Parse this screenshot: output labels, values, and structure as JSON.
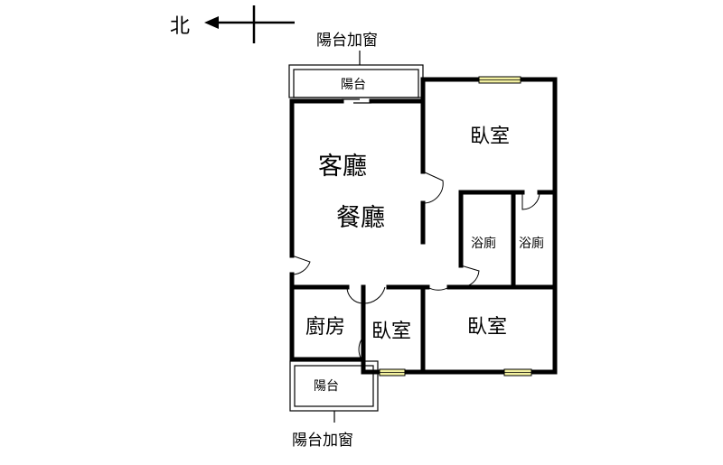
{
  "compass": {
    "label": "北"
  },
  "labels": {
    "balcony_window_top": "陽台加窗",
    "balcony_top": "陽台",
    "bedroom_ne": "臥室",
    "living": "客廳",
    "dining": "餐廳",
    "bath_1": "浴廁",
    "bath_2": "浴廁",
    "kitchen": "廚房",
    "bedroom_small": "臥室",
    "bedroom_se": "臥室",
    "balcony_bottom": "陽台",
    "balcony_window_bottom": "陽台加窗"
  },
  "colors": {
    "wall": "#000000",
    "window": "#f2f0a0",
    "background": "#ffffff"
  }
}
